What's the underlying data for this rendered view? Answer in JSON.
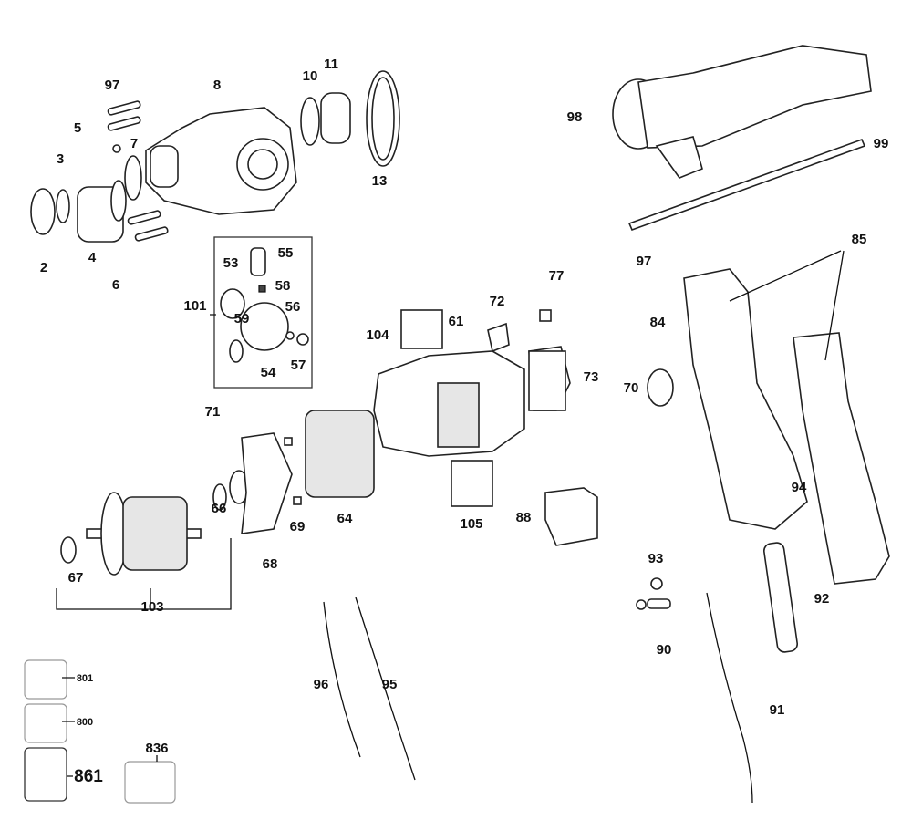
{
  "diagram": {
    "labels": [
      "97",
      "8",
      "10",
      "11",
      "5",
      "7",
      "3",
      "13",
      "2",
      "4",
      "6",
      "98",
      "99",
      "85",
      "53",
      "55",
      "58",
      "101",
      "56",
      "59",
      "54",
      "57",
      "77",
      "72",
      "104",
      "61",
      "73",
      "97",
      "84",
      "70",
      "71",
      "94",
      "66",
      "64",
      "69",
      "105",
      "88",
      "67",
      "68",
      "103",
      "93",
      "92",
      "90",
      "96",
      "95",
      "91",
      "801",
      "800",
      "836",
      "861"
    ]
  }
}
